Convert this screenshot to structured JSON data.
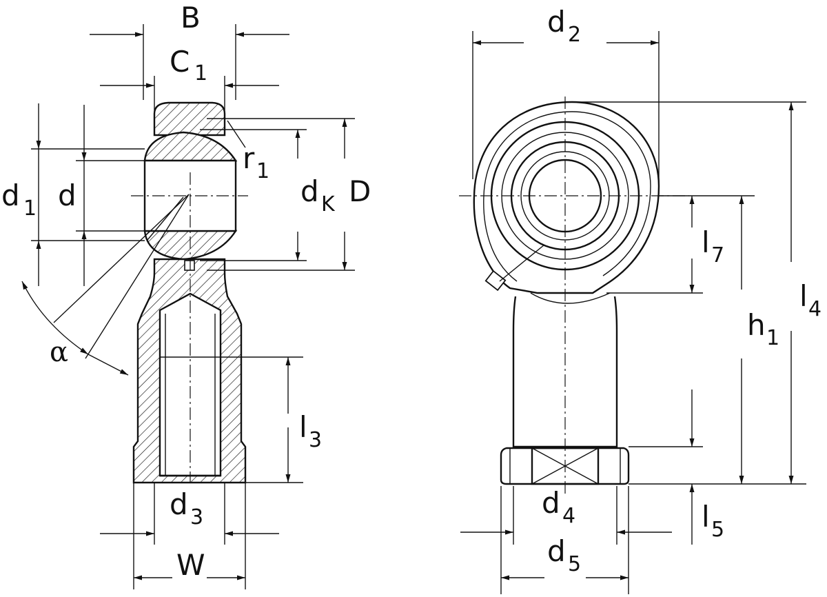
{
  "labels": {
    "B": "B",
    "C": "C",
    "C_sub": "1",
    "d1": "d",
    "d1_sub": "1",
    "d": "d",
    "r": "r",
    "r_sub": "1",
    "dK": "d",
    "dK_sub": "K",
    "D": "D",
    "alpha": "α",
    "l3": "l",
    "l3_sub": "3",
    "d3": "d",
    "d3_sub": "3",
    "W": "W",
    "d2": "d",
    "d2_sub": "2",
    "l7": "l",
    "l7_sub": "7",
    "h1": "h",
    "h1_sub": "1",
    "l4": "l",
    "l4_sub": "4",
    "d4": "d",
    "d4_sub": "4",
    "l5": "l",
    "l5_sub": "5",
    "d5": "d",
    "d5_sub": "5"
  }
}
